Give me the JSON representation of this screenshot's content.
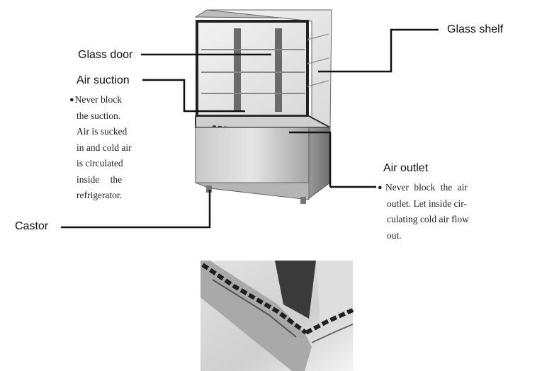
{
  "labels": {
    "glass_shelf": "Glass shelf",
    "glass_door": "Glass door",
    "air_suction": "Air suction",
    "air_outlet": "Air outlet",
    "castor": "Castor"
  },
  "notes": {
    "air_suction_lines": [
      "Never block",
      "the suction.",
      "Air is sucked",
      "in and cold air",
      "is circulated",
      "inside the",
      "refrigerator."
    ],
    "air_outlet_lines": [
      "Never block the air",
      "outlet. Let inside cir-",
      "culating cold air flow",
      "out."
    ]
  },
  "bullet_glyph": "●",
  "colors": {
    "leader_line": "#111111",
    "steel_light": "#d8d8d8",
    "steel_dark": "#7a7a7a",
    "frame_dark": "#2a2a2a"
  }
}
